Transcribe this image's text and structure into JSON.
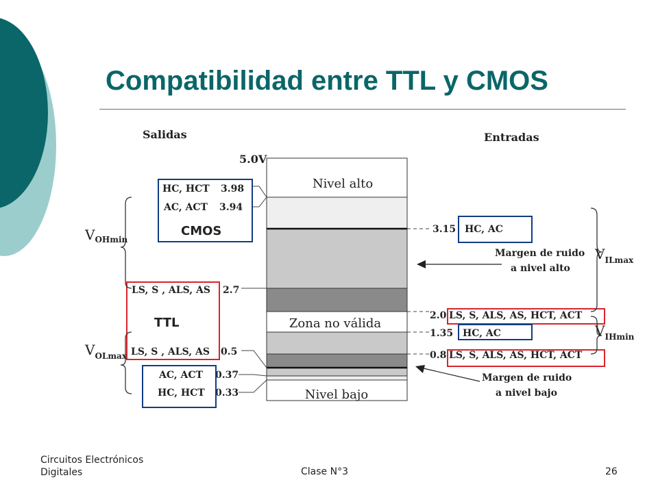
{
  "slide": {
    "title": "Compatibilidad entre TTL y CMOS",
    "colors": {
      "teal_dark": "#0a6668",
      "teal_light": "#9ccdcd",
      "box_blue": "#123b84",
      "box_red": "#d8242c"
    }
  },
  "diagram": {
    "header_outputs": "Salidas",
    "header_inputs": "Entradas",
    "supply": "5.0V",
    "zone_high": "Nivel alto",
    "zone_invalid": "Zona no válida",
    "zone_low": "Nivel bajo",
    "outputs": {
      "hc_hct_high": {
        "family": "HC, HCT",
        "value": "3.98"
      },
      "ac_act_high": {
        "family": "AC, ACT",
        "value": "3.94"
      },
      "ttl_high": {
        "family": "LS, S , ALS, AS",
        "value": "2.7"
      },
      "ttl_low": {
        "family": "LS, S , ALS, AS",
        "value": "0.5"
      },
      "ac_act_low": {
        "family": "AC, ACT",
        "value": "0.37"
      },
      "hc_hct_low": {
        "family": "HC, HCT",
        "value": "0.33"
      }
    },
    "inputs": {
      "hc_ac_high": {
        "value": "3.15",
        "family": "HC, AC"
      },
      "all_high": {
        "value": "2.0",
        "family": "LS, S, ALS, AS, HCT, ACT"
      },
      "hc_ac_low": {
        "value": "1.35",
        "family": "HC, AC"
      },
      "all_low": {
        "value": "0.8",
        "family": "LS, S, ALS, AS, HCT, ACT"
      }
    },
    "box_labels": {
      "cmos": "CMOS",
      "ttl": "TTL"
    },
    "v_oh_min": {
      "main": "V",
      "sub": "OHmin"
    },
    "v_ol_max": {
      "main": "V",
      "sub": "OLmax"
    },
    "v_il_max": {
      "main": "V",
      "sub": "ILmax"
    },
    "v_ih_min": {
      "main": "V",
      "sub": "IHmin"
    },
    "noise_high": {
      "line1": "Margen de ruido",
      "line2": "a nivel alto"
    },
    "noise_low": {
      "line1": "Margen de ruido",
      "line2": "a nivel bajo"
    }
  },
  "footer": {
    "course_line1": "Circuitos Electrónicos",
    "course_line2": "Digitales",
    "lecture": "Clase N°3",
    "page": "26"
  }
}
